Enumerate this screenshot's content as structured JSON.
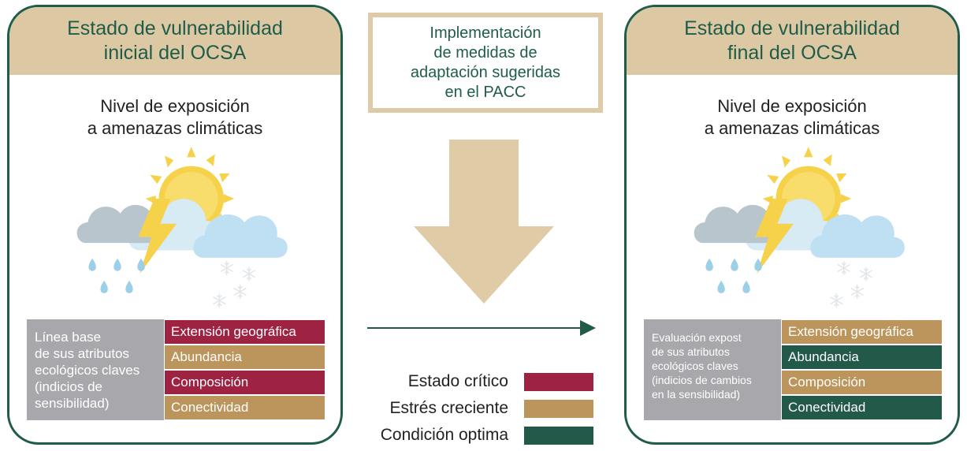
{
  "left_panel": {
    "title_lines": [
      "Estado de vulnerabilidad",
      "inicial del OCSA"
    ],
    "exposure_lines": [
      "Nivel de exposición",
      "a amenazas climáticas"
    ],
    "baseline_lines": [
      "Línea base",
      "de sus atributos",
      "ecológicos claves",
      "(indicios de",
      "sensibilidad)"
    ],
    "attributes": [
      {
        "label": "Extensión geográfica",
        "status": "critico",
        "color": "#9e2242"
      },
      {
        "label": "Abundancia",
        "status": "estres",
        "color": "#bc955c"
      },
      {
        "label": "Composición",
        "status": "critico",
        "color": "#9e2242"
      },
      {
        "label": "Conectividad",
        "status": "estres",
        "color": "#bc955c"
      }
    ]
  },
  "center": {
    "implementation_lines": [
      "Implementación",
      "de medidas de",
      "adaptación sugeridas",
      "en el PACC"
    ],
    "legend": [
      {
        "label": "Estado crítico",
        "color": "#9e2242"
      },
      {
        "label": "Estrés creciente",
        "color": "#bc955c"
      },
      {
        "label": "Condición optima",
        "color": "#225949"
      }
    ]
  },
  "right_panel": {
    "title_lines": [
      "Estado de vulnerabilidad",
      "final del OCSA"
    ],
    "exposure_lines": [
      "Nivel de exposición",
      "a amenazas climáticas"
    ],
    "evaluation_lines": [
      "Evaluación expost",
      "de sus atributos",
      "ecológicos claves",
      "(indicios de cambios",
      "en la sensibilidad)"
    ],
    "attributes": [
      {
        "label": "Extensión geográfica",
        "status": "estres",
        "color": "#bc955c"
      },
      {
        "label": "Abundancia",
        "status": "optima",
        "color": "#225949"
      },
      {
        "label": "Composición",
        "status": "estres",
        "color": "#bc955c"
      },
      {
        "label": "Conectividad",
        "status": "optima",
        "color": "#225949"
      }
    ]
  },
  "colors": {
    "panel_border": "#1f5c4a",
    "title_band": "#dcc8a2",
    "arrow": "#dfcba6",
    "grey_box": "#a8a8ac"
  },
  "icons": [
    "sun-icon",
    "grey-cloud-icon",
    "rain-drops-icon",
    "lightning-icon",
    "blue-cloud-icon",
    "snowflake-icon"
  ]
}
